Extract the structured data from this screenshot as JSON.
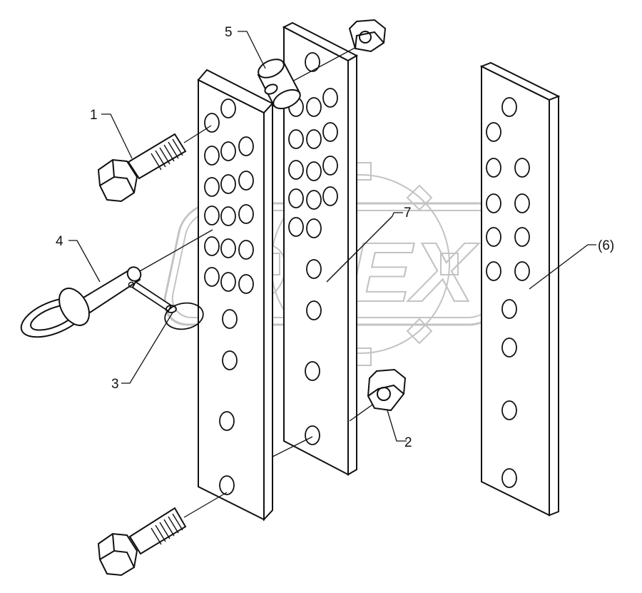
{
  "watermark": {
    "text": "OPEX",
    "color": "#bdbdbd"
  },
  "callouts": {
    "c1": "1",
    "c2": "2",
    "c3": "3",
    "c4": "4",
    "c5": "5",
    "c6": "(6)",
    "c7": "7"
  },
  "colors": {
    "line": "#111111",
    "background": "#ffffff"
  }
}
